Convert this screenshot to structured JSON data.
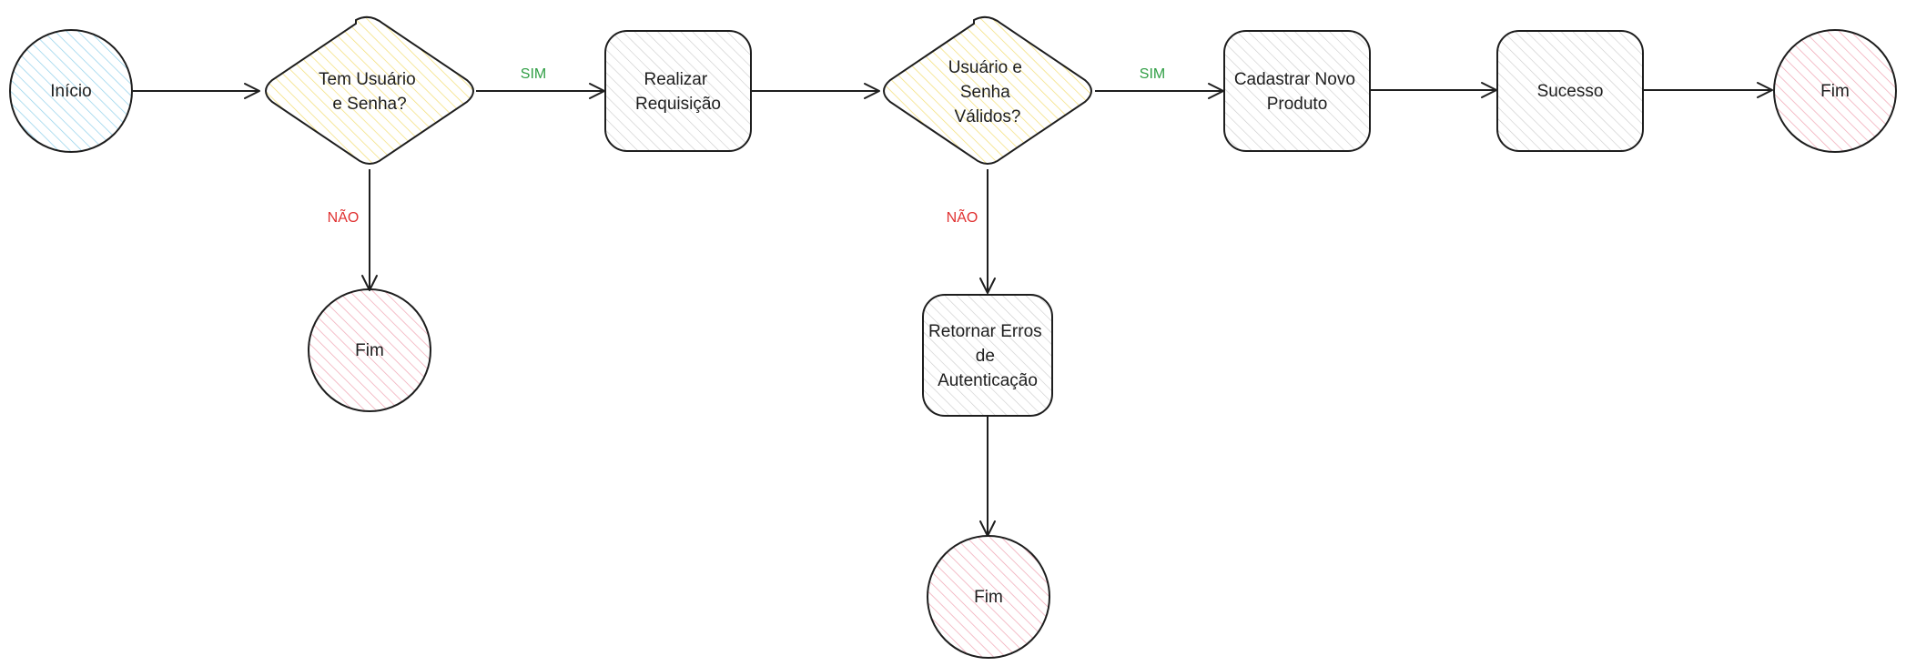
{
  "colors": {
    "start": "#8fd0ea",
    "decision": "#f3dd72",
    "process": "#c9c9c9",
    "end": "#f0a3b2",
    "yes": "#2f9e44",
    "no": "#e03131"
  },
  "nodes": {
    "inicio": [
      "Início"
    ],
    "tem_usuario": [
      "Tem Usuário",
      "e Senha?"
    ],
    "fim_1": [
      "Fim"
    ],
    "realizar": [
      "Realizar",
      "Requisição"
    ],
    "validos": [
      "Usuário e",
      "Senha",
      "Válidos?"
    ],
    "retornar": [
      "Retornar Erros",
      "de",
      "Autenticação"
    ],
    "fim_2": [
      "Fim"
    ],
    "cadastrar": [
      "Cadastrar Novo",
      "Produto"
    ],
    "sucesso": [
      "Sucesso"
    ],
    "fim_3": [
      "Fim"
    ]
  },
  "edge_labels": {
    "sim_1": "SIM",
    "nao_1": "NÃO",
    "sim_2": "SIM",
    "nao_2": "NÃO"
  }
}
